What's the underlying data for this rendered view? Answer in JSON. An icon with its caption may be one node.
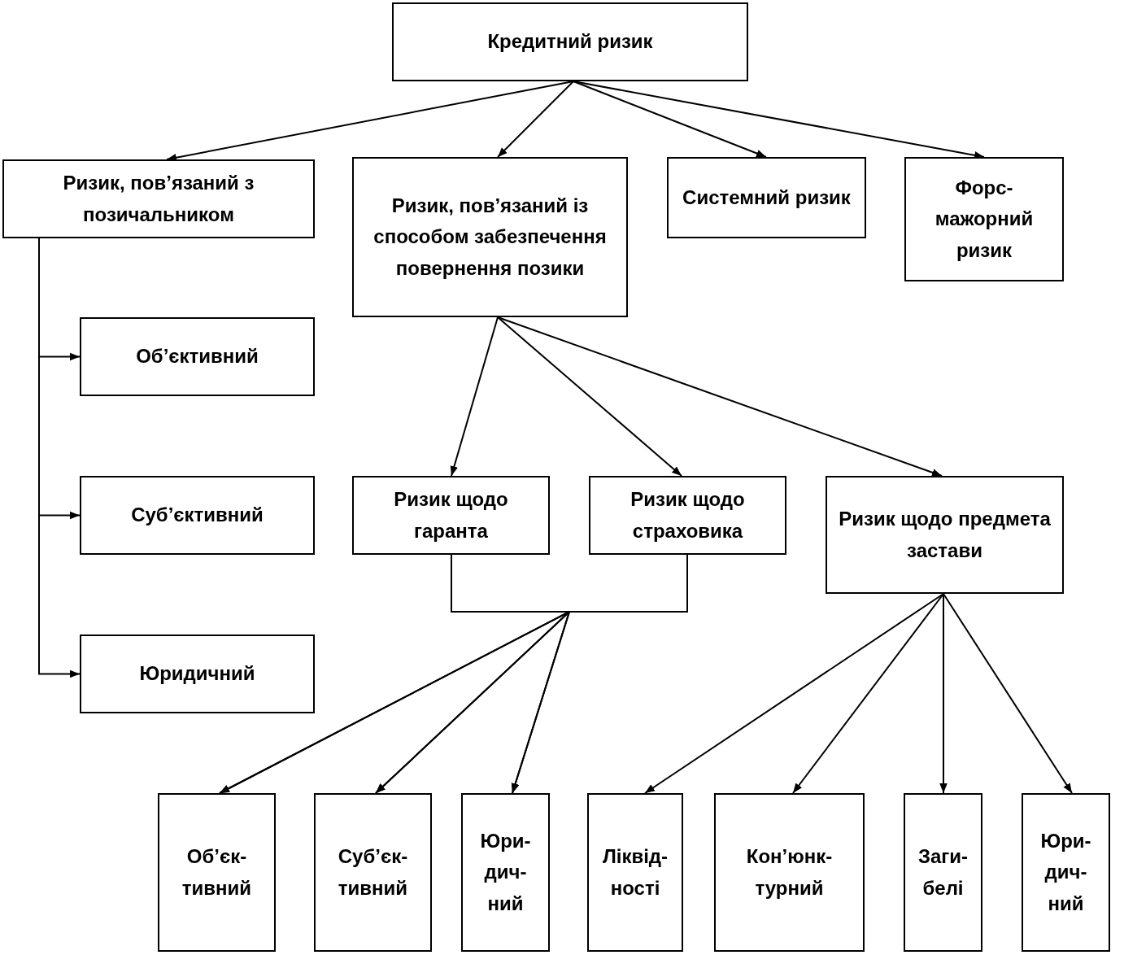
{
  "diagram": {
    "nodes": [
      {
        "text": [
          "Кредитний ризик"
        ]
      },
      {
        "text": [
          "Ризик, пов’язаний з позичальником"
        ]
      },
      {
        "text": [
          "Ризик, пов’язаний із способом забезпечення повернення позики"
        ]
      },
      {
        "text": [
          "Системний ризик"
        ]
      },
      {
        "text": [
          "Форс- мажорний ризик"
        ]
      },
      {
        "text": [
          "Об’єктивний"
        ]
      },
      {
        "text": [
          "Суб’єктивний"
        ]
      },
      {
        "text": [
          "Юридичний"
        ]
      },
      {
        "text": [
          "Ризик щодо гаранта"
        ]
      },
      {
        "text": [
          "Ризик щодо страховика"
        ]
      },
      {
        "text": [
          "Ризик щодо предмета застави"
        ]
      },
      {
        "text": [
          "Об’єк- тивний"
        ]
      },
      {
        "text": [
          "Суб’єк- тивний"
        ]
      },
      {
        "text": [
          "Юри- дич- ний"
        ]
      },
      {
        "text": [
          "Ліквід- ності"
        ]
      },
      {
        "text": [
          "Кон’юнк- турний"
        ]
      },
      {
        "text": [
          "Заги- белі"
        ]
      },
      {
        "text": [
          "Юри- дич- ний"
        ]
      }
    ],
    "edges": [
      {
        "from": 0,
        "to": 1,
        "arrow": "to"
      },
      {
        "from": 0,
        "to": 2,
        "arrow": "to"
      },
      {
        "from": 0,
        "to": 3,
        "arrow": "to"
      },
      {
        "from": 0,
        "to": 4,
        "arrow": "to"
      },
      {
        "from": 1,
        "to": 5,
        "arrow": "to"
      },
      {
        "from": 1,
        "to": 6,
        "arrow": "to"
      },
      {
        "from": 1,
        "to": 7,
        "arrow": "to"
      },
      {
        "from": 2,
        "to": 8,
        "arrow": "to"
      },
      {
        "from": 2,
        "to": 9,
        "arrow": "to"
      },
      {
        "from": 2,
        "to": 10,
        "arrow": "to"
      },
      {
        "from": 8,
        "to": 11,
        "arrow": "to"
      },
      {
        "from": 8,
        "to": 12,
        "arrow": "to"
      },
      {
        "from": 8,
        "to": 13,
        "arrow": "to"
      },
      {
        "from": 9,
        "to": 11,
        "arrow": "to"
      },
      {
        "from": 9,
        "to": 12,
        "arrow": "to"
      },
      {
        "from": 9,
        "to": 13,
        "arrow": "to"
      },
      {
        "from": 10,
        "to": 14,
        "arrow": "to"
      },
      {
        "from": 10,
        "to": 15,
        "arrow": "to"
      },
      {
        "from": 10,
        "to": 16,
        "arrow": "to"
      },
      {
        "from": 10,
        "to": 17,
        "arrow": "to"
      }
    ]
  }
}
